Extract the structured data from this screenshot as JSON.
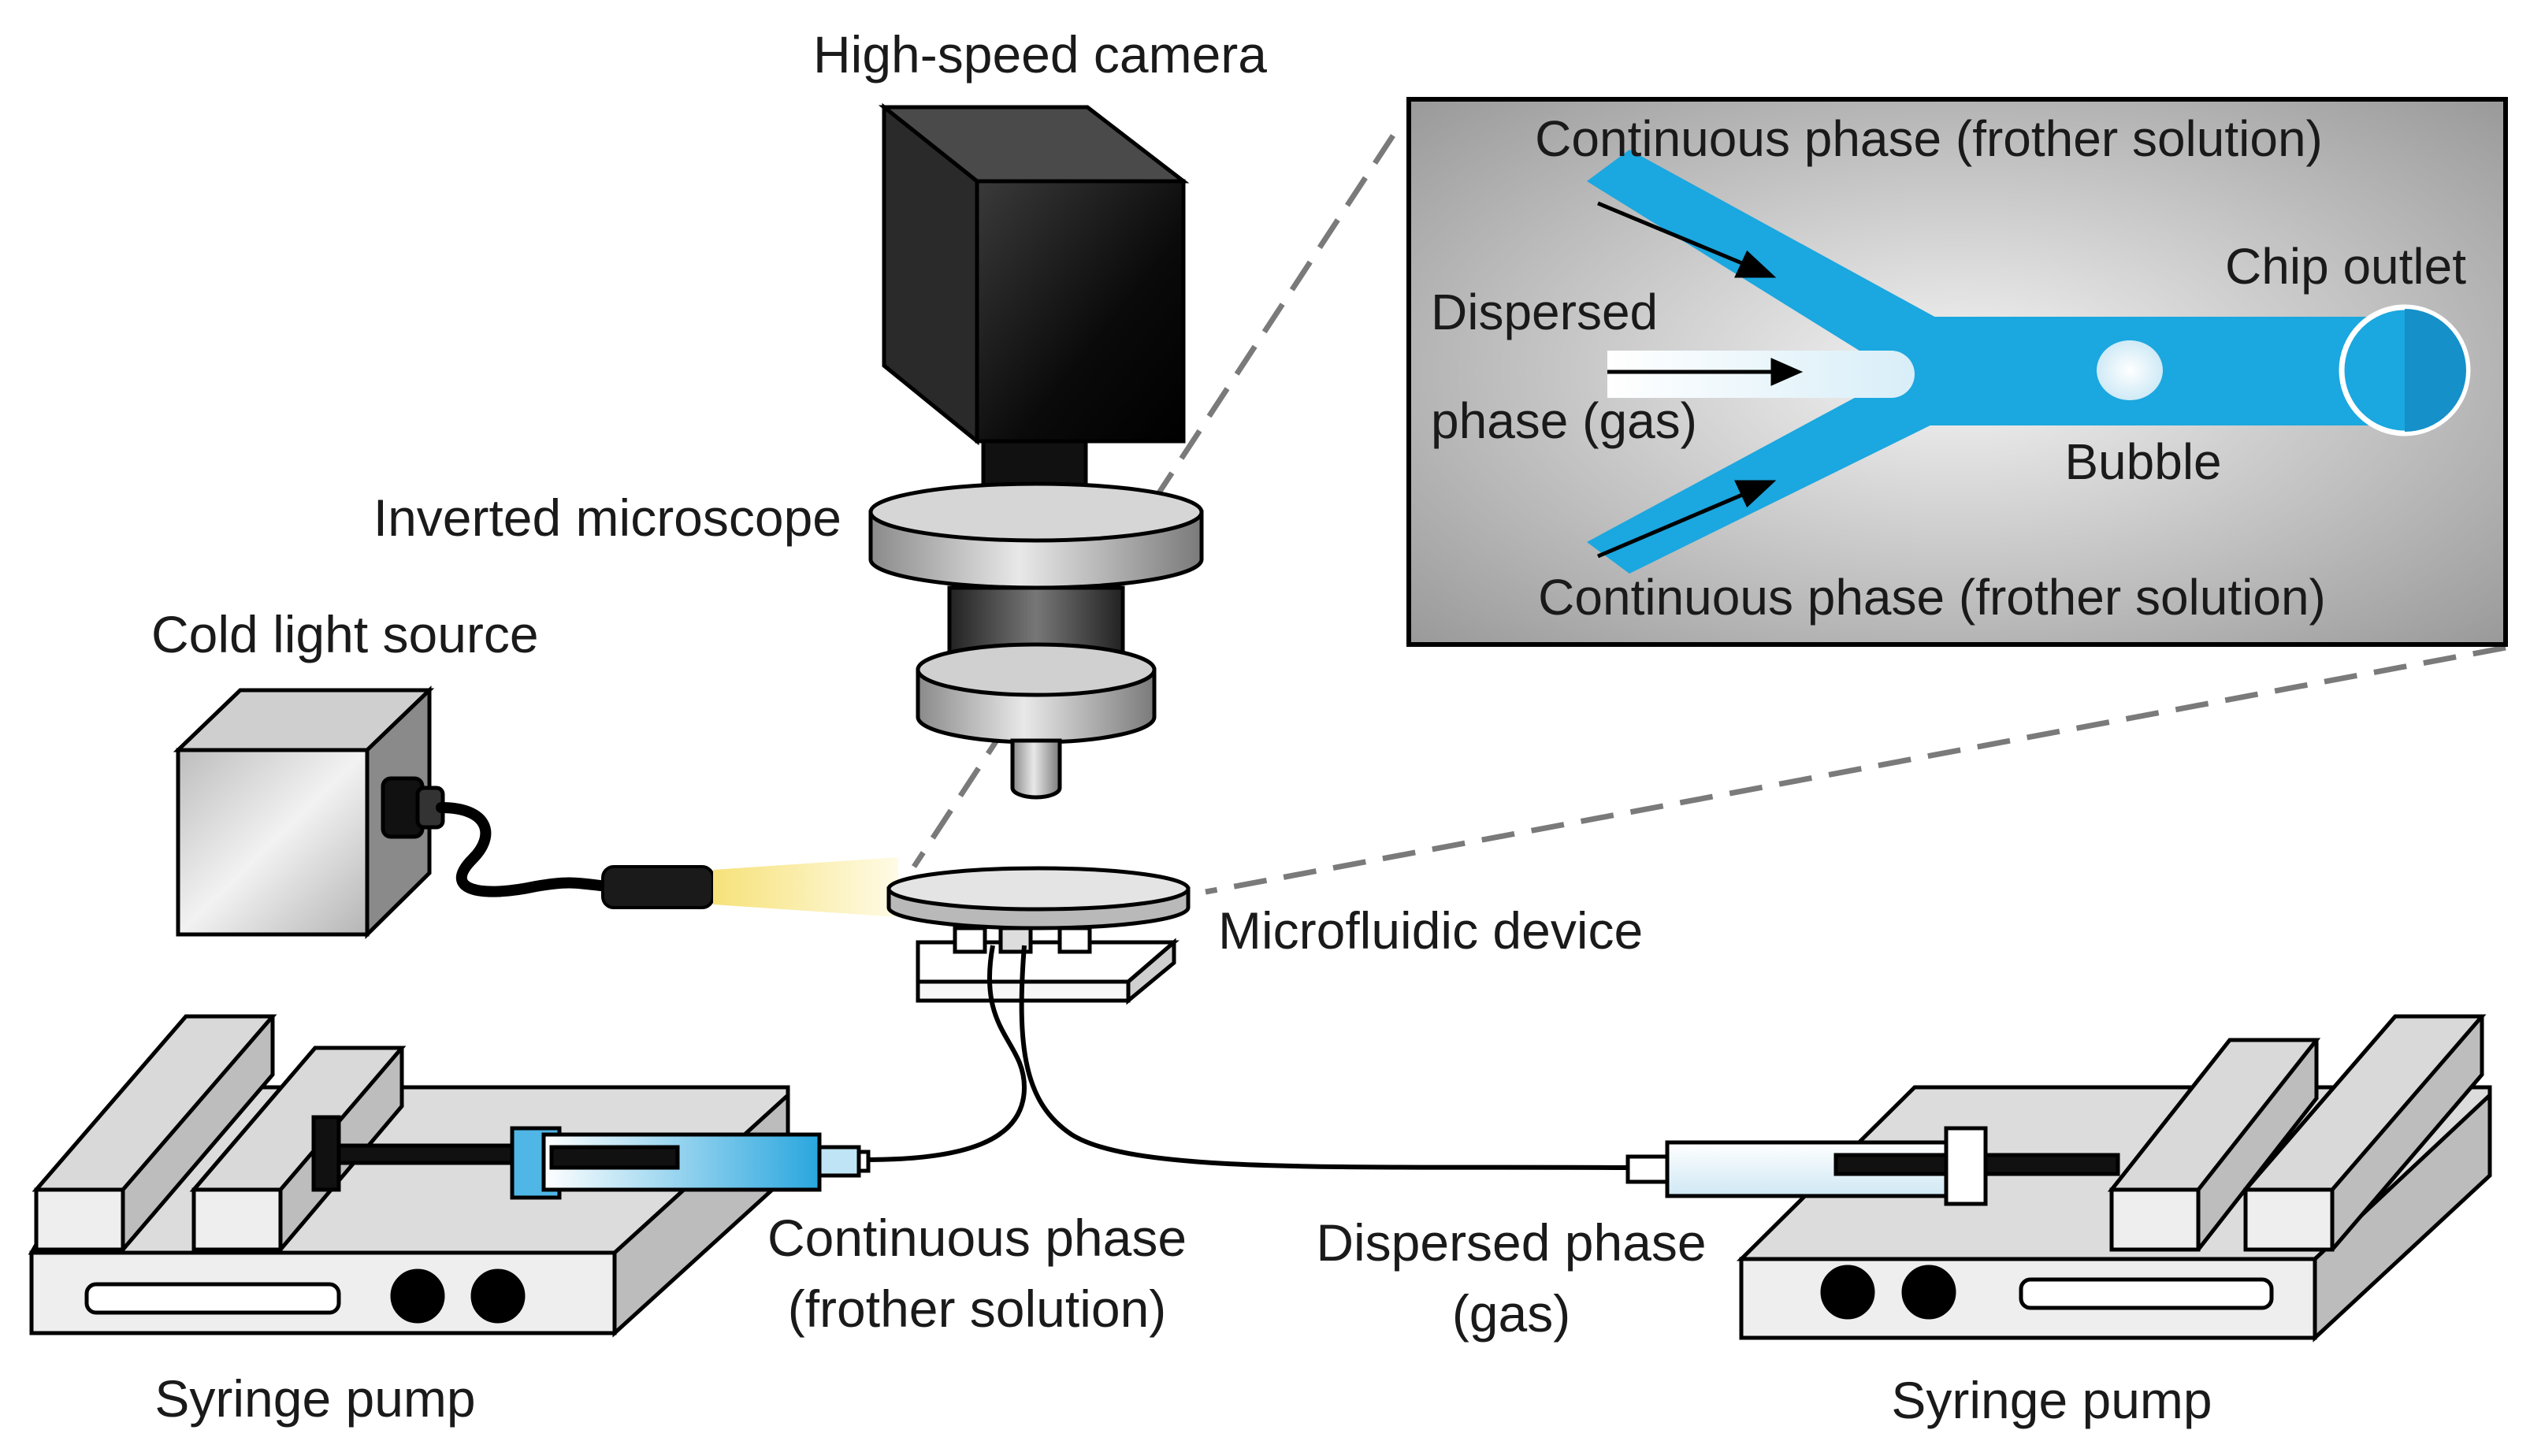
{
  "labels": {
    "camera": "High-speed camera",
    "microscope": "Inverted microscope",
    "light_source": "Cold light source",
    "device": "Microfluidic device",
    "continuous_line1": "Continuous phase",
    "continuous_line2": "(frother solution)",
    "dispersed_line1": "Dispersed phase",
    "dispersed_line2": "(gas)",
    "pump_left": "Syringe pump",
    "pump_right": "Syringe pump"
  },
  "inset": {
    "top": "Continuous phase (frother solution)",
    "bottom": "Continuous phase (frother solution)",
    "dispersed_line1": "Dispersed",
    "dispersed_line2": "phase (gas)",
    "outlet": "Chip outlet",
    "bubble": "Bubble"
  },
  "colors": {
    "channel": "#1ba7df",
    "light_beam": "#fbf0b0",
    "inset_bg": "#c8c8c8"
  }
}
